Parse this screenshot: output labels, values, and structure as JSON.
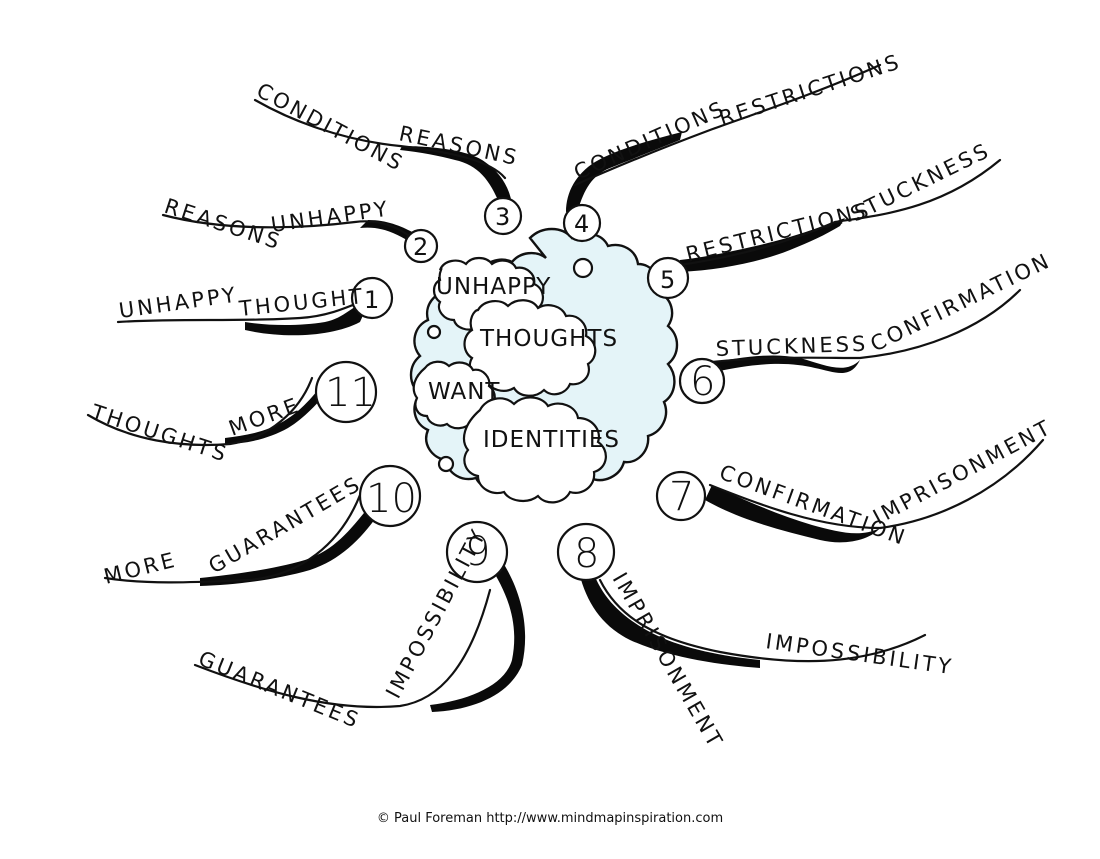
{
  "center": {
    "words": [
      "UNHAPPY",
      "THOUGHTS",
      "WANT",
      "IDENTITIES"
    ]
  },
  "branches": [
    {
      "number": "1",
      "words": [
        "UNHAPPY",
        "THOUGHT"
      ]
    },
    {
      "number": "2",
      "words": [
        "REASONS",
        "UNHAPPY"
      ]
    },
    {
      "number": "3",
      "words": [
        "CONDITIONS",
        "REASONS"
      ]
    },
    {
      "number": "4",
      "words": [
        "CONDITIONS",
        "RESTRICTIONS"
      ]
    },
    {
      "number": "5",
      "words": [
        "RESTRICTIONS",
        "STUCKNESS"
      ]
    },
    {
      "number": "6",
      "words": [
        "STUCKNESS",
        "CONFIRMATION"
      ]
    },
    {
      "number": "7",
      "words": [
        "CONFIRMATION",
        "IMPRISONMENT"
      ]
    },
    {
      "number": "8",
      "words": [
        "IMPRISONMENT",
        "IMPOSSIBILITY"
      ]
    },
    {
      "number": "9",
      "words": [
        "GUARANTEES",
        "IMPOSSIBILITY"
      ]
    },
    {
      "number": "10",
      "words": [
        "MORE",
        "GUARANTEES"
      ]
    },
    {
      "number": "11",
      "words": [
        "THOUGHTS",
        "MORE"
      ]
    }
  ],
  "credit": "© Paul Foreman http://www.mindmapinspiration.com"
}
